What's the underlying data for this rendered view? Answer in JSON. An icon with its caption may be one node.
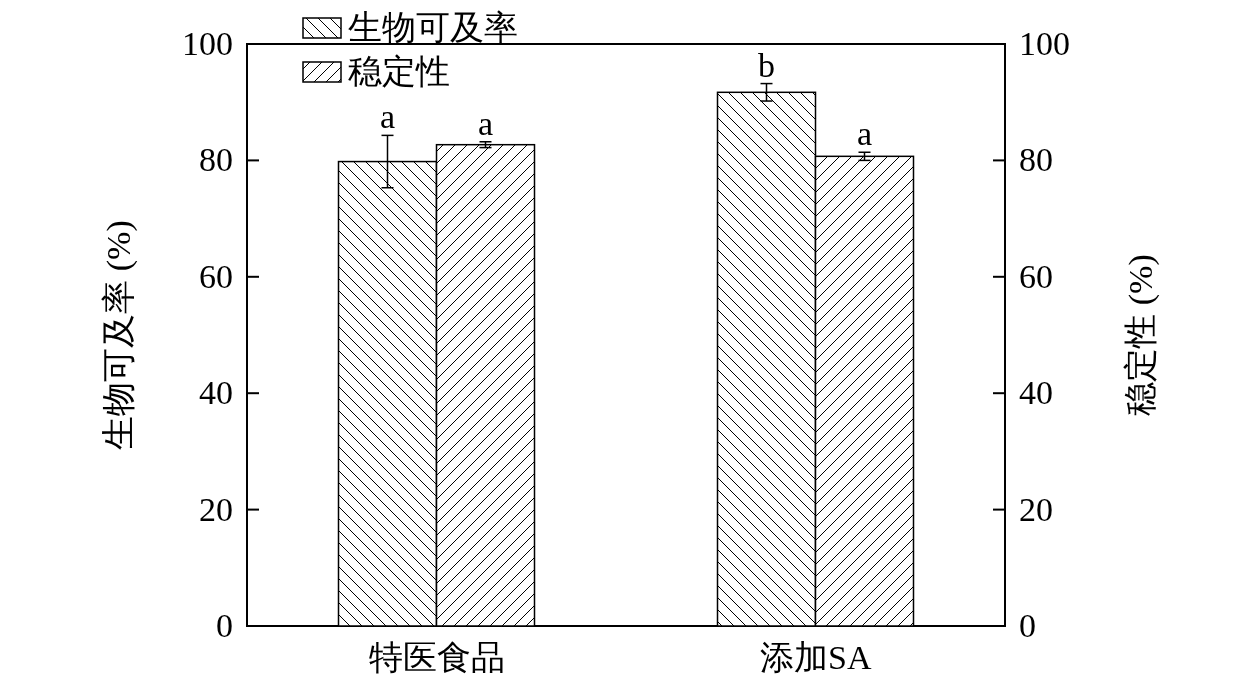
{
  "diagram": {
    "chart_data": {
      "type": "bar",
      "ylabel": "生物可及率 (%)",
      "y2label": "稳定性 (%)",
      "categories": [
        "特医食品",
        "添加SA"
      ],
      "series": [
        {
          "name": "生物可及率",
          "values": [
            79.8,
            91.7
          ],
          "errors": [
            4.5,
            1.5
          ]
        },
        {
          "name": "稳定性",
          "values": [
            82.7,
            80.7
          ],
          "errors": [
            0.5,
            0.7
          ]
        }
      ],
      "ylim": [
        0,
        100
      ],
      "yticks": [
        0,
        20,
        40,
        60,
        80,
        100
      ],
      "y2lim": [
        0,
        100
      ],
      "y2ticks": [
        0,
        20,
        40,
        60,
        80,
        100
      ],
      "legend": true,
      "annotations": [
        "a",
        "a",
        "b",
        "a"
      ]
    }
  }
}
